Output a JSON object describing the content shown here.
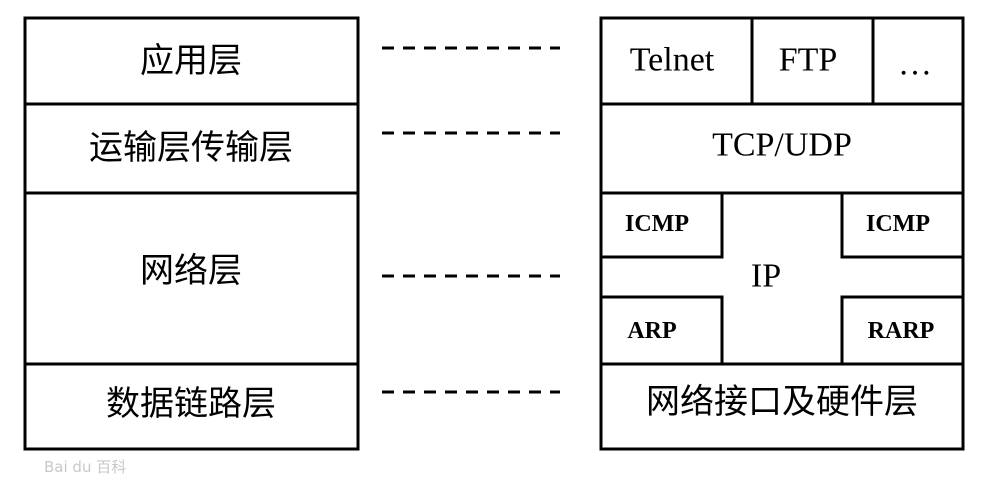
{
  "osi_layers": {
    "application": "应用层",
    "transport": "运输层传输层",
    "network": "网络层",
    "datalink": "数据链路层"
  },
  "tcpip_stack": {
    "apps": [
      "Telnet",
      "FTP",
      "…"
    ],
    "transport": "TCP/UDP",
    "icmp_left": "ICMP",
    "icmp_right": "ICMP",
    "ip": "IP",
    "arp": "ARP",
    "rarp": "RARP",
    "link": "网络接口及硬件层"
  },
  "watermark": "Bai du 百科"
}
